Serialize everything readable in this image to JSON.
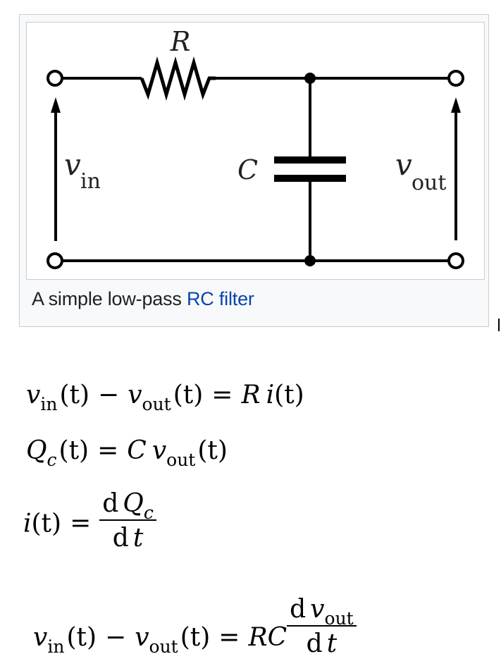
{
  "figure": {
    "caption_prefix": "A simple low-pass ",
    "caption_link": "RC filter",
    "link_color": "#0645ad",
    "labels": {
      "resistor": "R",
      "capacitor": "C",
      "vin_symbol": "v",
      "vin_sub": "in",
      "vout_symbol": "v",
      "vout_sub": "out"
    }
  },
  "equations": [
    {
      "id": "kvl",
      "lhs": [
        {
          "t": "v",
          "sub": "in"
        },
        {
          "t": "(t)"
        },
        {
          "op": "−"
        },
        {
          "t": "v",
          "sub": "out"
        },
        {
          "t": "(t)"
        }
      ],
      "eq": "=",
      "rhs_text": [
        "R",
        "i",
        "(t)"
      ]
    },
    {
      "id": "charge",
      "parts": [
        "Q",
        "c",
        "(t)",
        "=",
        "C",
        "v",
        "out",
        "(t)"
      ]
    },
    {
      "id": "current",
      "parts": [
        "i",
        "(t)",
        "=",
        "d",
        "Q",
        "c",
        "d",
        "t"
      ]
    },
    {
      "id": "ode",
      "parts": [
        "v",
        "in",
        "(t)",
        "−",
        "v",
        "out",
        "(t)",
        "=",
        "RC",
        "d",
        "v",
        "out",
        "d",
        "t"
      ]
    }
  ],
  "eq1": {
    "v": "v",
    "in": "in",
    "out": "out",
    "pt": "(t)",
    "minus": "−",
    "eq": "=",
    "R": "R",
    "i": "i"
  },
  "eq2": {
    "Q": "Q",
    "c": "c",
    "pt": "(t)",
    "eq": "=",
    "C": "C",
    "v": "v",
    "out": "out"
  },
  "eq3": {
    "i": "i",
    "pt": "(t)",
    "eq": "=",
    "d": "d",
    "Q": "Q",
    "c": "c",
    "t": "t"
  },
  "eq4": {
    "v": "v",
    "in": "in",
    "out": "out",
    "pt": "(t)",
    "minus": "−",
    "eq": "=",
    "RC": "RC",
    "d": "d",
    "t": "t"
  }
}
